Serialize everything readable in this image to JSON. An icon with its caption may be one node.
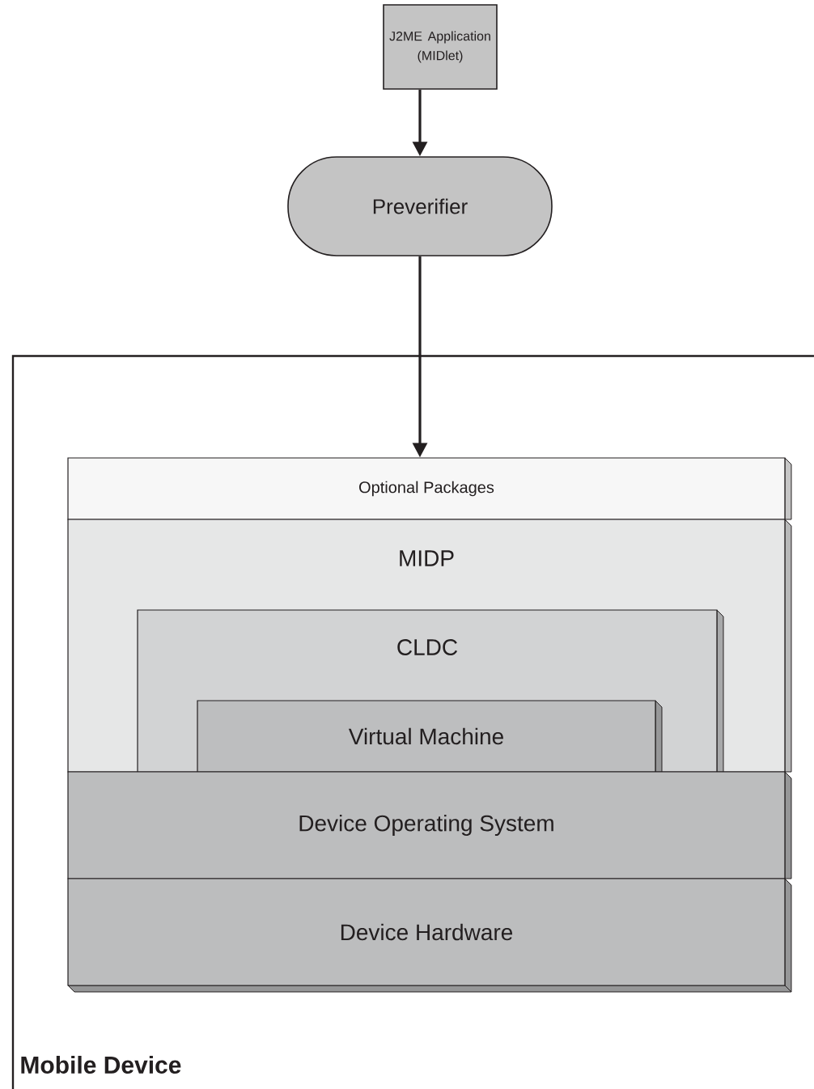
{
  "diagram": {
    "nodes": [
      {
        "text": [
          "J2ME Application (MIDlet)"
        ]
      },
      {
        "text": [
          "Preverifier"
        ]
      },
      {
        "text": [
          "Mobile Device"
        ]
      },
      {
        "text": [
          "Optional Packages"
        ],
        "in": 2
      },
      {
        "text": [
          "MIDP"
        ],
        "in": 2
      },
      {
        "text": [
          "CLDC"
        ],
        "in": 4
      },
      {
        "text": [
          "Virtual Machine"
        ],
        "in": 5
      },
      {
        "text": [
          "Device Operating System"
        ],
        "in": 2
      },
      {
        "text": [
          "Device Hardware"
        ],
        "in": 2
      }
    ],
    "edges": [
      {
        "from": 0,
        "to": 1,
        "arrow": "to"
      },
      {
        "from": 1,
        "to": 3,
        "arrow": "to"
      }
    ]
  }
}
